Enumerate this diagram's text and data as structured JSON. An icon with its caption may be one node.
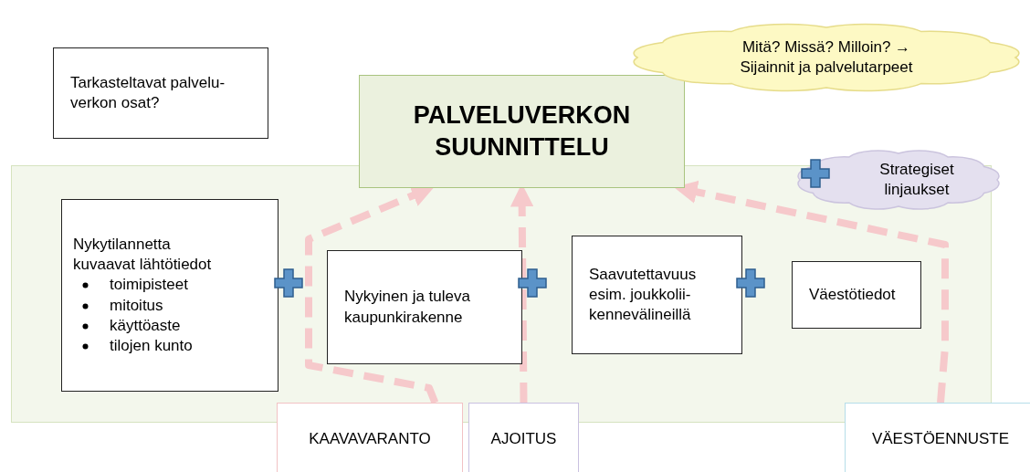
{
  "diagram": {
    "nodes": [
      {
        "text": [
          "Tarkasteltavat palvelu-verkon osat?"
        ]
      },
      {
        "text": [
          "Mitä? Missä? Milloin? → Sijainnit ja palvelutarpeet"
        ]
      },
      {
        "text": [
          "PALVELUVERKON SUUNNITTELU"
        ]
      },
      {
        "text": [],
        "shape": "box"
      },
      {
        "text": [
          "Strategiset linjaukset"
        ]
      },
      {
        "text": [
          "Nykytilannetta kuvaavat lähtötiedot",
          "toimipisteet",
          "mitoitus",
          "käyttöaste",
          "tilojen kunto"
        ],
        "in": 3
      },
      {
        "text": [
          "Nykyinen ja tuleva kaupunkirakenne"
        ],
        "in": 3
      },
      {
        "text": [
          "Saavutettavuus esim. joukkolii-kennevälineillä"
        ],
        "in": 3
      },
      {
        "text": [
          "Väestötiedot"
        ],
        "in": 3
      },
      {
        "text": [
          "KAAVAVARANTO"
        ]
      },
      {
        "text": [
          "AJOITUS"
        ]
      },
      {
        "text": [
          "VÄESTÖENNUSTE"
        ]
      }
    ],
    "edges": [
      {
        "from": 9,
        "to": 2,
        "arrow": "to",
        "style": "dashed"
      },
      {
        "from": 10,
        "to": 2,
        "arrow": "to",
        "style": "dashed"
      },
      {
        "from": 11,
        "to": 2,
        "arrow": "to",
        "style": "dashed"
      }
    ]
  }
}
